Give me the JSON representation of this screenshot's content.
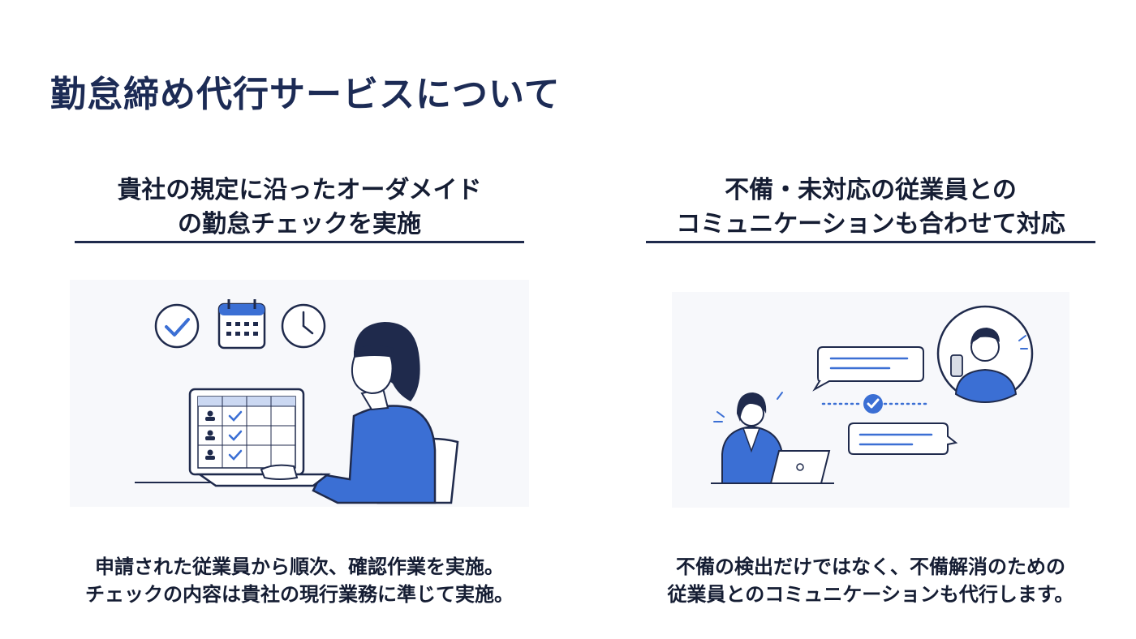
{
  "page": {
    "title": "勤怠締め代行サービスについて"
  },
  "left": {
    "heading": [
      "貴社の規定に沿ったオーダメイド",
      "の勤怠チェックを実施"
    ],
    "description": [
      "申請された従業員から順次、確認作業を実施。",
      "チェックの内容は貴社の現行業務に準じて実施。"
    ],
    "illustration_icons": [
      "check-circle-icon",
      "calendar-icon",
      "clock-icon",
      "laptop-icon"
    ]
  },
  "right": {
    "heading": [
      "不備・未対応の従業員との",
      "コミュニケーションも合わせて対応"
    ],
    "description": [
      "不備の検出だけではなく、不備解消のための",
      "従業員とのコミュニケーションも代行します。"
    ],
    "illustration_icons": [
      "chat-bubble-icon",
      "check-circle-icon",
      "smartphone-icon",
      "laptop-icon"
    ]
  },
  "colors": {
    "title": "#1c2b55",
    "accent_blue": "#3b6fd4",
    "navy": "#1f2a4c",
    "illustration_bg": "#f7f8fb"
  }
}
